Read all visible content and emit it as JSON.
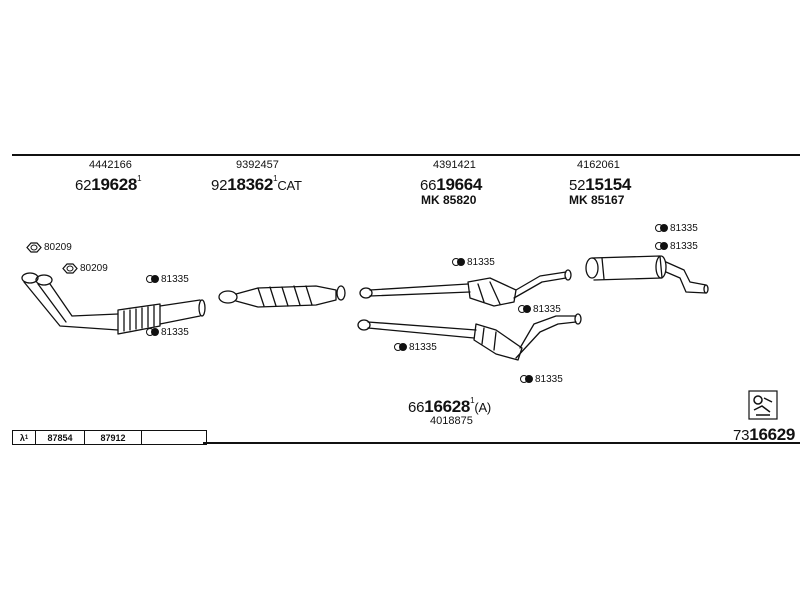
{
  "parts": {
    "p1": {
      "oe": "4442166",
      "prefix": "62",
      "num": "19628",
      "sup": "1"
    },
    "p2": {
      "oe": "9392457",
      "prefix": "92",
      "num": "18362",
      "sup": "1",
      "suffix": "CAT"
    },
    "p3": {
      "oe": "4391421",
      "prefix": "66",
      "num": "19664",
      "mk": "MK  85820"
    },
    "p4": {
      "oe": "4162061",
      "prefix": "52",
      "num": "15154",
      "mk": "MK  85167"
    },
    "p5": {
      "oe": "4018875",
      "prefix": "66",
      "num": "16628",
      "sup": "1",
      "suffix": "(A)"
    }
  },
  "gaskets": {
    "g1": "80209",
    "g2": "80209"
  },
  "clamps": {
    "c1": "81335",
    "c2": "81335",
    "c3": "81335",
    "c4": "81335",
    "c5": "81335",
    "c6": "81335",
    "c7": "81335",
    "c8": "81335"
  },
  "footer": {
    "lambda": "λ",
    "lambda_sup": "1",
    "ref1": "87854",
    "ref2": "87912",
    "ref3": "",
    "diagram_prefix": "73",
    "diagram_num": "16629"
  }
}
